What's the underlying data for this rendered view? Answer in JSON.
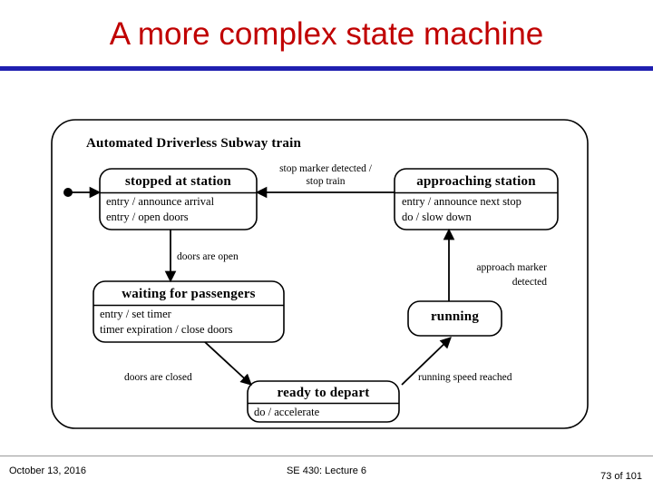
{
  "slide": {
    "title": "A more complex state machine",
    "title_color": "#c00000",
    "rule_color": "#1f1fb0"
  },
  "diagram": {
    "machine_title": "Automated Driverless Subway train",
    "states": [
      {
        "id": "stopped-at-station",
        "name": "stopped at station",
        "actions": [
          "entry / announce arrival",
          "entry / open doors"
        ]
      },
      {
        "id": "approaching-station",
        "name": "approaching station",
        "actions": [
          "entry / announce next stop",
          "do / slow down"
        ]
      },
      {
        "id": "waiting-for-passengers",
        "name": "waiting for passengers",
        "actions": [
          "entry / set timer",
          "timer expiration / close doors"
        ]
      },
      {
        "id": "running",
        "name": "running",
        "actions": []
      },
      {
        "id": "ready-to-depart",
        "name": "ready to depart",
        "actions": [
          "do / accelerate"
        ]
      }
    ],
    "transitions": [
      {
        "id": "initial-to-stopped",
        "from": "initial",
        "to": "stopped-at-station",
        "label_lines": []
      },
      {
        "id": "approaching-to-stopped",
        "from": "approaching-station",
        "to": "stopped-at-station",
        "label_lines": [
          "stop marker detected /",
          "stop train"
        ]
      },
      {
        "id": "stopped-to-waiting",
        "from": "stopped-at-station",
        "to": "waiting-for-passengers",
        "label_lines": [
          "doors are open"
        ]
      },
      {
        "id": "waiting-to-ready",
        "from": "waiting-for-passengers",
        "to": "ready-to-depart",
        "label_lines": [
          "doors are closed"
        ]
      },
      {
        "id": "ready-to-running",
        "from": "ready-to-depart",
        "to": "running",
        "label_lines": [
          "running speed reached"
        ]
      },
      {
        "id": "running-to-approaching",
        "from": "running",
        "to": "approaching-station",
        "label_lines": [
          "approach marker",
          "detected"
        ]
      }
    ]
  },
  "footer": {
    "date": "October 13, 2016",
    "center": "SE 430: Lecture 6",
    "page": "73 of 101"
  }
}
